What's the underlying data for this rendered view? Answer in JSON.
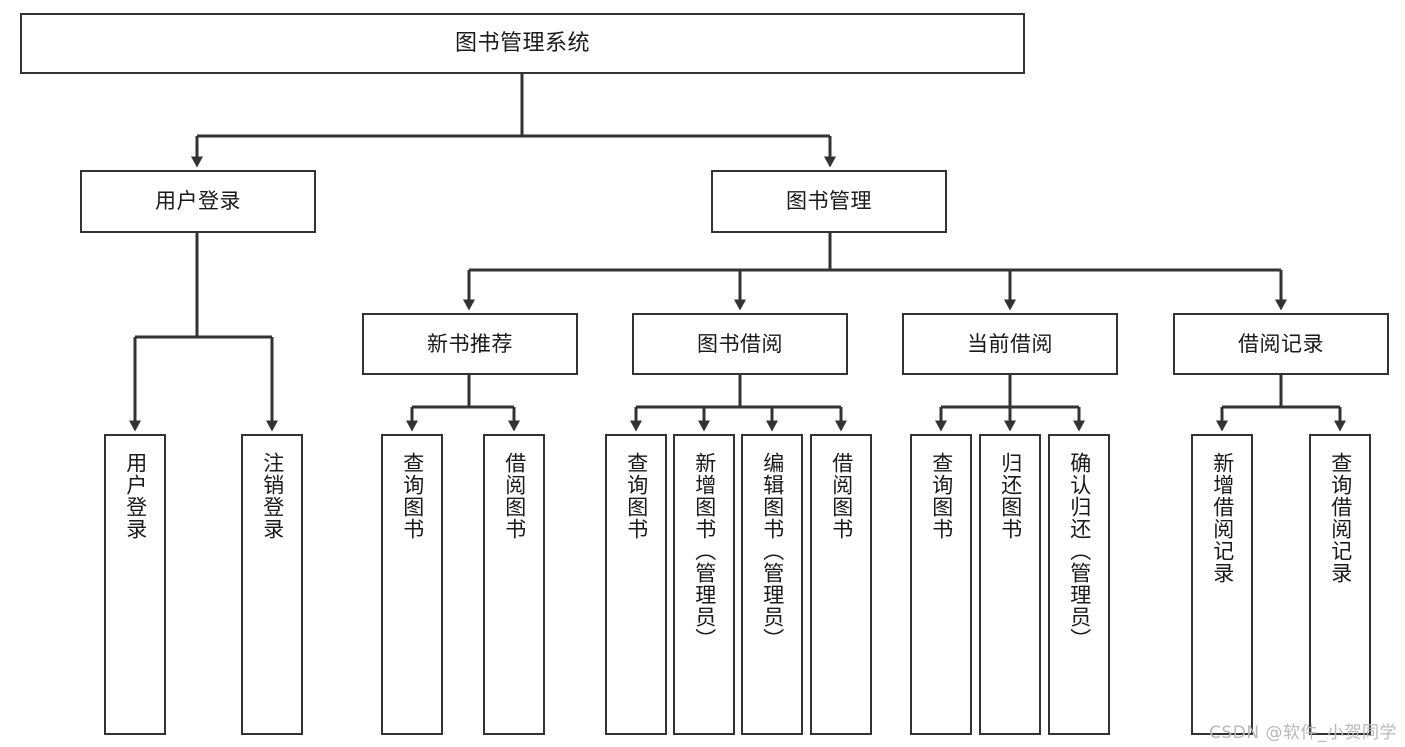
{
  "diagram": {
    "title_box": {
      "label": "图书管理系统"
    },
    "level2": [
      {
        "label": "用户登录"
      },
      {
        "label": "图书管理"
      }
    ],
    "level3": [
      {
        "label": "新书推荐"
      },
      {
        "label": "图书借阅"
      },
      {
        "label": "当前借阅"
      },
      {
        "label": "借阅记录"
      }
    ],
    "leaves": {
      "user_login": [
        {
          "label": "用户登录"
        },
        {
          "label": "注销登录"
        }
      ],
      "new_book_recommend": [
        {
          "label": "查询图书"
        },
        {
          "label": "借阅图书"
        }
      ],
      "book_borrow": [
        {
          "label": "查询图书"
        },
        {
          "label": "新增图书（管理员）"
        },
        {
          "label": "编辑图书（管理员）"
        },
        {
          "label": "借阅图书"
        }
      ],
      "current_borrow": [
        {
          "label": "查询图书"
        },
        {
          "label": "归还图书"
        },
        {
          "label": "确认归还（管理员）"
        }
      ],
      "borrow_record": [
        {
          "label": "新增借阅记录"
        },
        {
          "label": "查询借阅记录"
        }
      ]
    },
    "watermark": "CSDN @软件_小贺同学",
    "colors": {
      "box_border": "#333333",
      "box_fill": "#ffffff",
      "line": "#333333",
      "text": "#1a1a1a",
      "watermark": "#b8b8b8"
    }
  }
}
